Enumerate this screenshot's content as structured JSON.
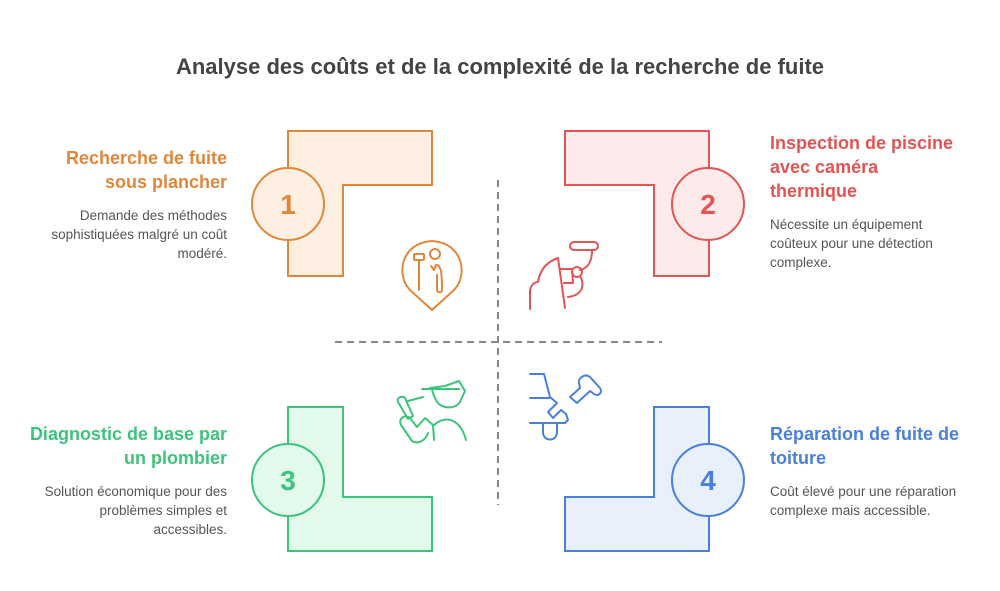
{
  "title": "Analyse des coûts et de la complexité de la recherche de fuite",
  "quadrants": [
    {
      "number": "1",
      "title": "Recherche de fuite sous plancher",
      "description": "Demande des méthodes sophistiquées malgré un coût modéré.",
      "color": "#e0873a",
      "fill": "#fdf0e2",
      "icon": "worker-location-pin-icon"
    },
    {
      "number": "2",
      "title": "Inspection de piscine avec caméra thermique",
      "description": "Nécessite un équipement coûteux pour une détection complexe.",
      "color": "#e55454",
      "fill": "#fdeaea",
      "icon": "thermal-camera-inspector-icon"
    },
    {
      "number": "3",
      "title": "Diagnostic de base par un plombier",
      "description": "Solution économique pour des problèmes simples et accessibles.",
      "color": "#3cc47c",
      "fill": "#e3f9ec",
      "icon": "plumber-icon"
    },
    {
      "number": "4",
      "title": "Réparation de fuite de toiture",
      "description": "Coût élevé pour une réparation complexe mais accessible.",
      "color": "#4a7fe0",
      "fill": "#e8f0fc",
      "icon": "roof-repair-tools-icon"
    }
  ]
}
